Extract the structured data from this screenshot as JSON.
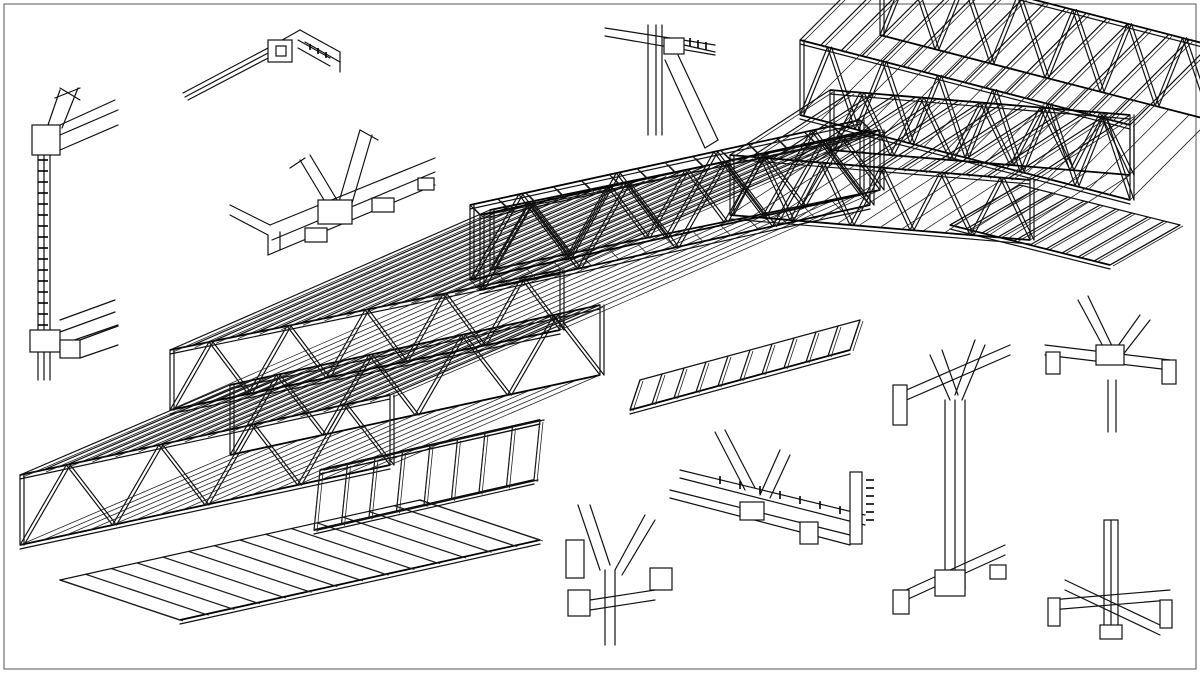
{
  "drawing": {
    "background": "#ffffff",
    "line_color": "#111111",
    "border_color": "#555555"
  },
  "details": [
    {
      "id": "detail-beam-splice-top",
      "icon": "beam-splice-icon"
    },
    {
      "id": "detail-column-cap-left",
      "icon": "column-cap-icon"
    },
    {
      "id": "detail-y-brace-beam",
      "icon": "y-brace-icon"
    },
    {
      "id": "detail-column-beam-top",
      "icon": "column-beam-icon"
    },
    {
      "id": "detail-y-node-bottom-center",
      "icon": "y-node-icon"
    },
    {
      "id": "detail-beam-stiffener-bottom",
      "icon": "beam-stiffener-icon"
    },
    {
      "id": "detail-column-y-right",
      "icon": "column-y-icon"
    },
    {
      "id": "detail-y-node-right-top",
      "icon": "y-node-icon"
    },
    {
      "id": "detail-column-base-right",
      "icon": "column-base-icon"
    }
  ],
  "assemblies": [
    {
      "id": "truss-bridge-main",
      "icon": "truss-icon"
    },
    {
      "id": "truss-bridge-upper-right",
      "icon": "truss-icon"
    }
  ]
}
